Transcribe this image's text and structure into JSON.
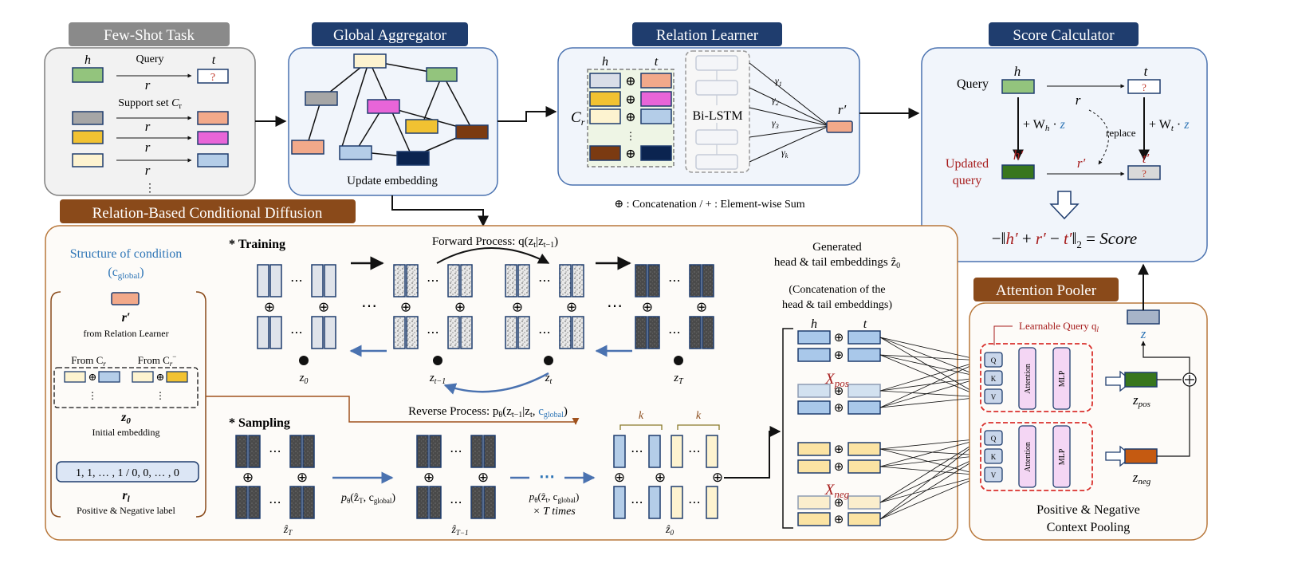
{
  "colors": {
    "blue_title": "#1f3d6e",
    "gray_title": "#8a8a8a",
    "brown_title": "#8a4a1a",
    "panel_blue": "#4a72b0",
    "panel_brown": "#b8773a",
    "green": "#93c47d",
    "dark_green": "#38761d",
    "orange": "#f2a98a",
    "yellow": "#f1c232",
    "cream": "#fdf3d0",
    "gray": "#a6a6a6",
    "magenta": "#e865d8",
    "light_blue": "#b4cde8",
    "dark_brown": "#7b3a11",
    "navy": "#0b2450",
    "dark_red": "#a61c1c",
    "accent_blue": "#2e75b6"
  },
  "fewshot": {
    "title": "Few-Shot Task",
    "h": "h",
    "t": "t",
    "query": "Query",
    "r": "r",
    "qmark": "?",
    "support": "Support set",
    "cr": "C",
    "cr_sub": "r",
    "dots": "⋮"
  },
  "global_agg": {
    "title": "Global Aggregator",
    "update": "Update embedding"
  },
  "relation": {
    "title": "Relation Learner",
    "h": "h",
    "t": "t",
    "cr": "C",
    "cr_sub": "r",
    "oplus": "⊕",
    "bilstm": "Bi-LSTM",
    "rprime": "r′",
    "g1": "γ",
    "g1s": "1",
    "g2": "γ",
    "g2s": "2",
    "g3": "γ",
    "g3s": "3",
    "gk": "γ",
    "gks": "k",
    "legend": "⊕ : Concatenation  /  + : Element-wise Sum"
  },
  "score": {
    "title": "Score Calculator",
    "query": "Query",
    "h": "h",
    "t": "t",
    "r": "r",
    "qmark": "?",
    "wh": "+ W",
    "wh_sub": "h",
    "wt": "+ W",
    "wt_sub": "t",
    "z": "z",
    "dot": " · ",
    "replace": "replace",
    "updated1": "Updated",
    "updated2": "query",
    "hprime": "h′",
    "rprime": "r′",
    "tprime": "t′",
    "formula_left": "−‖",
    "formula_h": "h′",
    "formula_plus1": " + ",
    "formula_r": "r′",
    "formula_minus": " − ",
    "formula_t": "t′",
    "formula_right": "‖",
    "formula_sub": "2",
    "formula_eq": " = ",
    "formula_score": "Score"
  },
  "diffusion": {
    "title": "Relation-Based Conditional Diffusion",
    "cond_title1": "Structure of condition",
    "cond_title2": "(c",
    "cond_title2_sub": "global",
    "cond_title2_end": ")",
    "rprime": "r′",
    "from_rl": "from Relation Learner",
    "from_cr": "From C",
    "from_cr_sub": "r",
    "from_crneg": "From C",
    "from_crneg_sub": "r",
    "from_crneg_sup": "−",
    "z0": "z",
    "z0_sub": "0",
    "init_emb": "Initial embedding",
    "label_seq": "1, 1, … , 1 / 0, 0, … , 0",
    "rl": "r",
    "rl_sub": "l",
    "pos_neg_label": "Positive & Negative label",
    "training": "* Training",
    "sampling": "* Sampling",
    "forward": "Forward Process: q(z",
    "forward_sub1": "t",
    "forward_mid": "|z",
    "forward_sub2": "t−1",
    "forward_end": ")",
    "reverse": "Reverse Process: p",
    "reverse_theta": "θ",
    "reverse_mid": "(z",
    "reverse_sub1": "t−1",
    "reverse_mid2": "|z",
    "reverse_sub2": "t",
    "reverse_comma": ", ",
    "reverse_c": "c",
    "reverse_c_sub": "global",
    "reverse_end": ")",
    "zlab0": "z",
    "zlab0s": "0",
    "zlabt1": "z",
    "zlabt1s": "t−1",
    "zlabt": "z",
    "zlabts": "t",
    "zlabT": "z",
    "zlabTs": "T",
    "samp_p1": "p",
    "samp_p1_theta": "θ",
    "samp_p1_rest": "(ẑ",
    "samp_p1_sub": "T",
    "samp_p1_end": ", c",
    "samp_p1_csub": "global",
    "samp_p1_close": ")",
    "samp_p2": "p",
    "samp_p2_theta": "θ",
    "samp_p2_rest": "(ẑ",
    "samp_p2_sub": "t",
    "samp_p2_end": ", c",
    "samp_p2_csub": "global",
    "samp_p2_close": ")",
    "times": "× T times",
    "zhatT": "ẑ",
    "zhatTs": "T",
    "zhatT1": "ẑ",
    "zhatT1s": "T−1",
    "zhat0": "ẑ",
    "zhat0s": "0",
    "k1": "k",
    "k2": "k",
    "dots_h": "⋯",
    "gen1": "Generated",
    "gen2": "head & tail embeddings ẑ",
    "gen2_sub": "0",
    "concat1": "(Concatenation of the",
    "concat2": "head & tail embeddings)",
    "gh": "h",
    "gt": "t",
    "xpos": "X",
    "xpos_sub": "pos",
    "xneg": "X",
    "xneg_sub": "neg"
  },
  "pooler": {
    "title": "Attention Pooler",
    "lq": "Learnable Query q",
    "lq_sub": "l",
    "q": "Q",
    "k": "K",
    "v": "V",
    "attention": "Attention",
    "mlp": "MLP",
    "zpos": "z",
    "zpos_sub": "pos",
    "zneg": "z",
    "zneg_sub": "neg",
    "z": "z",
    "ctx1": "Positive & Negative",
    "ctx2": "Context Pooling"
  }
}
